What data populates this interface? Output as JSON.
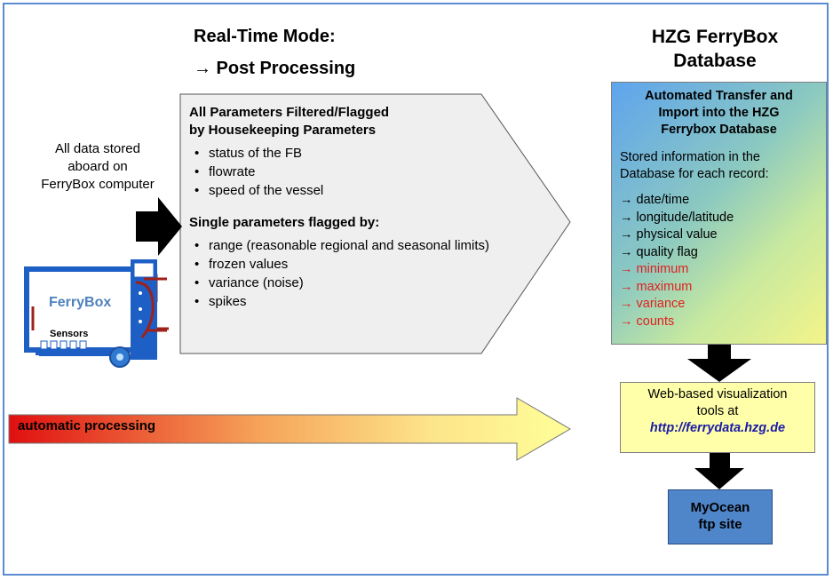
{
  "header": {
    "left_title": "Real-Time Mode:",
    "left_subtitle": "→  Post Processing",
    "right_title_line1": "HZG FerryBox",
    "right_title_line2": "Database"
  },
  "stored": {
    "line1": "All data stored",
    "line2": "aboard on",
    "line3": "FerryBox computer"
  },
  "ferrybox": {
    "label": "FerryBox",
    "sensors_label": "Sensors"
  },
  "processing": {
    "section1_title_line1": "All Parameters Filtered/Flagged",
    "section1_title_line2": "by Housekeeping Parameters",
    "section1_items": [
      "status of the FB",
      "flowrate",
      "speed of the vessel"
    ],
    "section2_title": "Single parameters flagged by:",
    "section2_items": [
      "range (reasonable regional and seasonal limits)",
      "frozen values",
      "variance (noise)",
      "spikes"
    ]
  },
  "automatic": {
    "label": "automatic processing"
  },
  "database_box": {
    "heading_line1": "Automated Transfer and",
    "heading_line2": "Import into the HZG",
    "heading_line3": "Ferrybox Database",
    "stored_line1": "Stored information in the",
    "stored_line2": "Database for each record:",
    "items": [
      {
        "text": "→ date/time",
        "color": "#000000"
      },
      {
        "text": "→ longitude/latitude",
        "color": "#000000"
      },
      {
        "text": "→ physical value",
        "color": "#000000"
      },
      {
        "text": "→ quality flag",
        "color": "#000000"
      },
      {
        "text": "→ minimum",
        "color": "#e02020"
      },
      {
        "text": "→ maximum",
        "color": "#e02020"
      },
      {
        "text": "→ variance",
        "color": "#e02020"
      },
      {
        "text": "→ counts",
        "color": "#e02020"
      }
    ]
  },
  "web_box": {
    "line1": "Web-based visualization",
    "line2": "tools at",
    "url": "http://ferrydata.hzg.de"
  },
  "myocean": {
    "line1": "MyOcean",
    "line2": "ftp site"
  },
  "colors": {
    "frame": "#5b8bd0",
    "process_fill": "#efefef",
    "db_gradient_start": "#5ea4ee",
    "db_gradient_end": "#f4f48a",
    "web_fill": "#ffffaa",
    "myocean_fill": "#4f85c9",
    "auto_arrow_start": "#e01010",
    "auto_arrow_end": "#ffff99"
  }
}
